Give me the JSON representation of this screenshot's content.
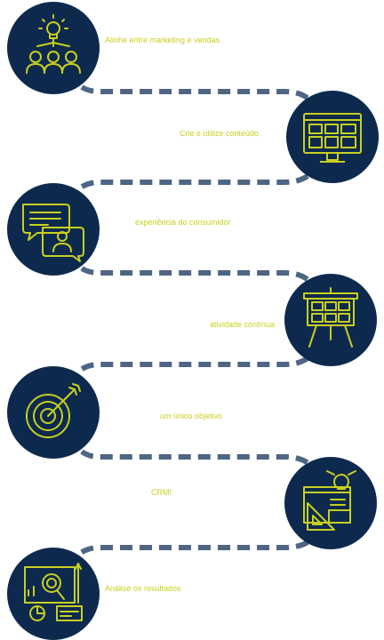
{
  "steps": [
    {
      "label": "Alinhe entre marketing e vendas",
      "icon": "team-idea-icon"
    },
    {
      "label": "Crie e utilize conteúdo",
      "icon": "monitor-content-icon"
    },
    {
      "label": "experiência do consumidor",
      "icon": "chat-customer-icon"
    },
    {
      "label": "atividade contínua",
      "icon": "presentation-board-icon"
    },
    {
      "label": "um único objetivo",
      "icon": "target-dart-icon"
    },
    {
      "label": "CRM!",
      "icon": "design-tools-icon"
    },
    {
      "label": "Análise os resultados",
      "icon": "analytics-magnifier-icon"
    }
  ],
  "colors": {
    "circle": "#0d2a4e",
    "accent": "#c9cf1f",
    "connector": "#4e6584"
  }
}
